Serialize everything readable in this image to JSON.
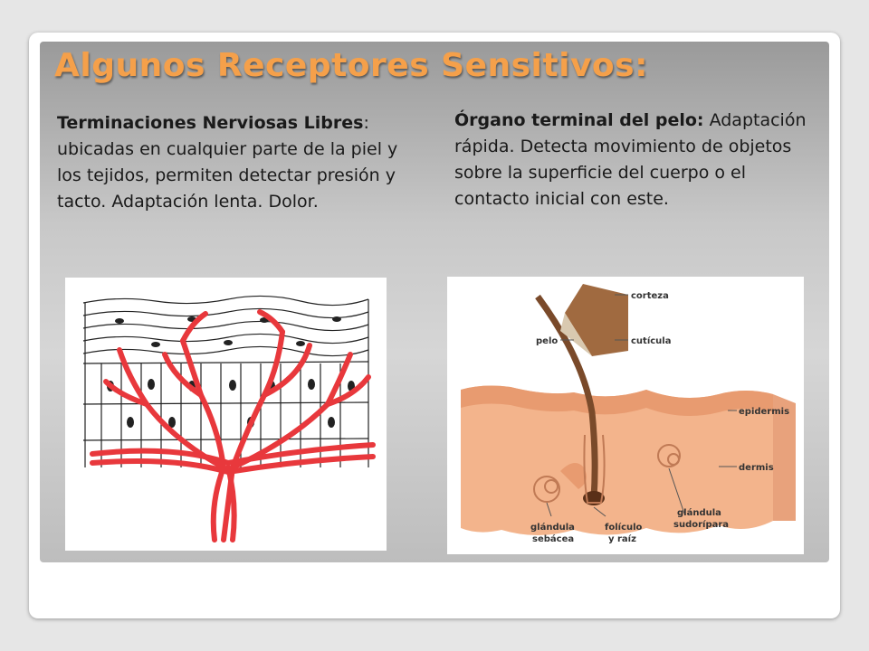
{
  "title": "Algunos Receptores Sensitivos:",
  "left": {
    "heading_part1": "Terminaciones Nerviosas Libres",
    "body": ": ubicadas en cualquier parte de la piel y los tejidos, permiten detectar presión y tacto. Adaptación lenta. Dolor."
  },
  "right": {
    "heading": "Órgano terminal del pelo:",
    "body": " Adaptación rápida. Detecta movimiento de objetos sobre la superficie del cuerpo o el contacto inicial con este."
  },
  "hair_diagram": {
    "labels": {
      "corteza": "corteza",
      "pelo": "pelo",
      "cuticula": "cutícula",
      "epidermis": "epidermis",
      "dermis": "dermis",
      "glandula_sebacea_1": "glándula",
      "glandula_sebacea_2": "sebácea",
      "foliculo_1": "folículo",
      "foliculo_2": "y raíz",
      "glandula_sudoripara_1": "glándula",
      "glandula_sudoripara_2": "sudorípara"
    }
  },
  "colors": {
    "title": "#f5a04a",
    "nerve": "#e8383c",
    "skin": "#f3b48c"
  }
}
